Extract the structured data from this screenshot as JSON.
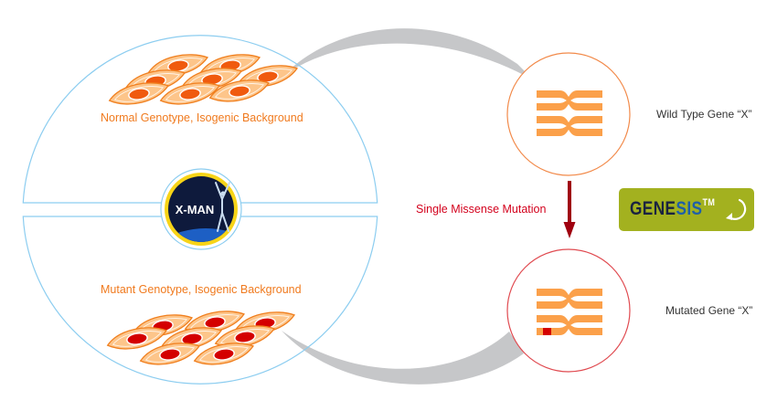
{
  "diagram": {
    "title": "X-MAN isogenic cell line generation via GENESIS",
    "colors": {
      "circle_outline": "#8ccdf0",
      "connector_gray": "#c6c7c9",
      "cell_fill": "#fdc58a",
      "cell_border": "#f07f1e",
      "normal_nucleus": "#f05a0e",
      "mutant_nucleus": "#d40000",
      "chromosome": "#fba04a",
      "mutation_mark": "#d40000",
      "wild_circle": "#f28a4a",
      "mutant_circle": "#e04a50",
      "arrow": "#a0000f",
      "genesis_bg": "#a3b11f"
    },
    "left_panel": {
      "top_label": "Normal Genotype, Isogenic Background",
      "bottom_label": "Mutant Genotype, Isogenic Background",
      "logo_text": "X-MAN",
      "top_cells": {
        "count": 8,
        "type": "normal"
      },
      "bottom_cells": {
        "count": 8,
        "type": "mutant"
      }
    },
    "right_panel": {
      "wild_type_label": "Wild Type Gene “X”",
      "mutated_label": "Mutated Gene “X”",
      "arrow_label": "Single Missense Mutation"
    },
    "genesis": {
      "word_part1": "GENE",
      "word_part2": "SIS",
      "trademark": "TM",
      "icon": "cycle-arrow-icon"
    }
  }
}
